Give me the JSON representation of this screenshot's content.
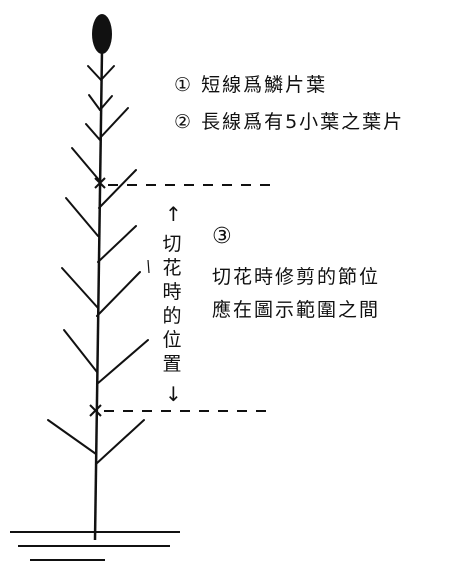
{
  "legend": {
    "item1_marker": "①",
    "item1_text": "短線爲鱗片葉",
    "item2_marker": "②",
    "item2_text": "長線爲有5小葉之葉片"
  },
  "cut_note": {
    "marker": "③",
    "line1": "切花時修剪的節位",
    "line2": "應在圖示範圍之間"
  },
  "cut_range_label": "切花時的位置",
  "arrows": {
    "up": "↑",
    "down": "↓"
  },
  "colors": {
    "ink": "#111111",
    "background": "#ffffff"
  }
}
